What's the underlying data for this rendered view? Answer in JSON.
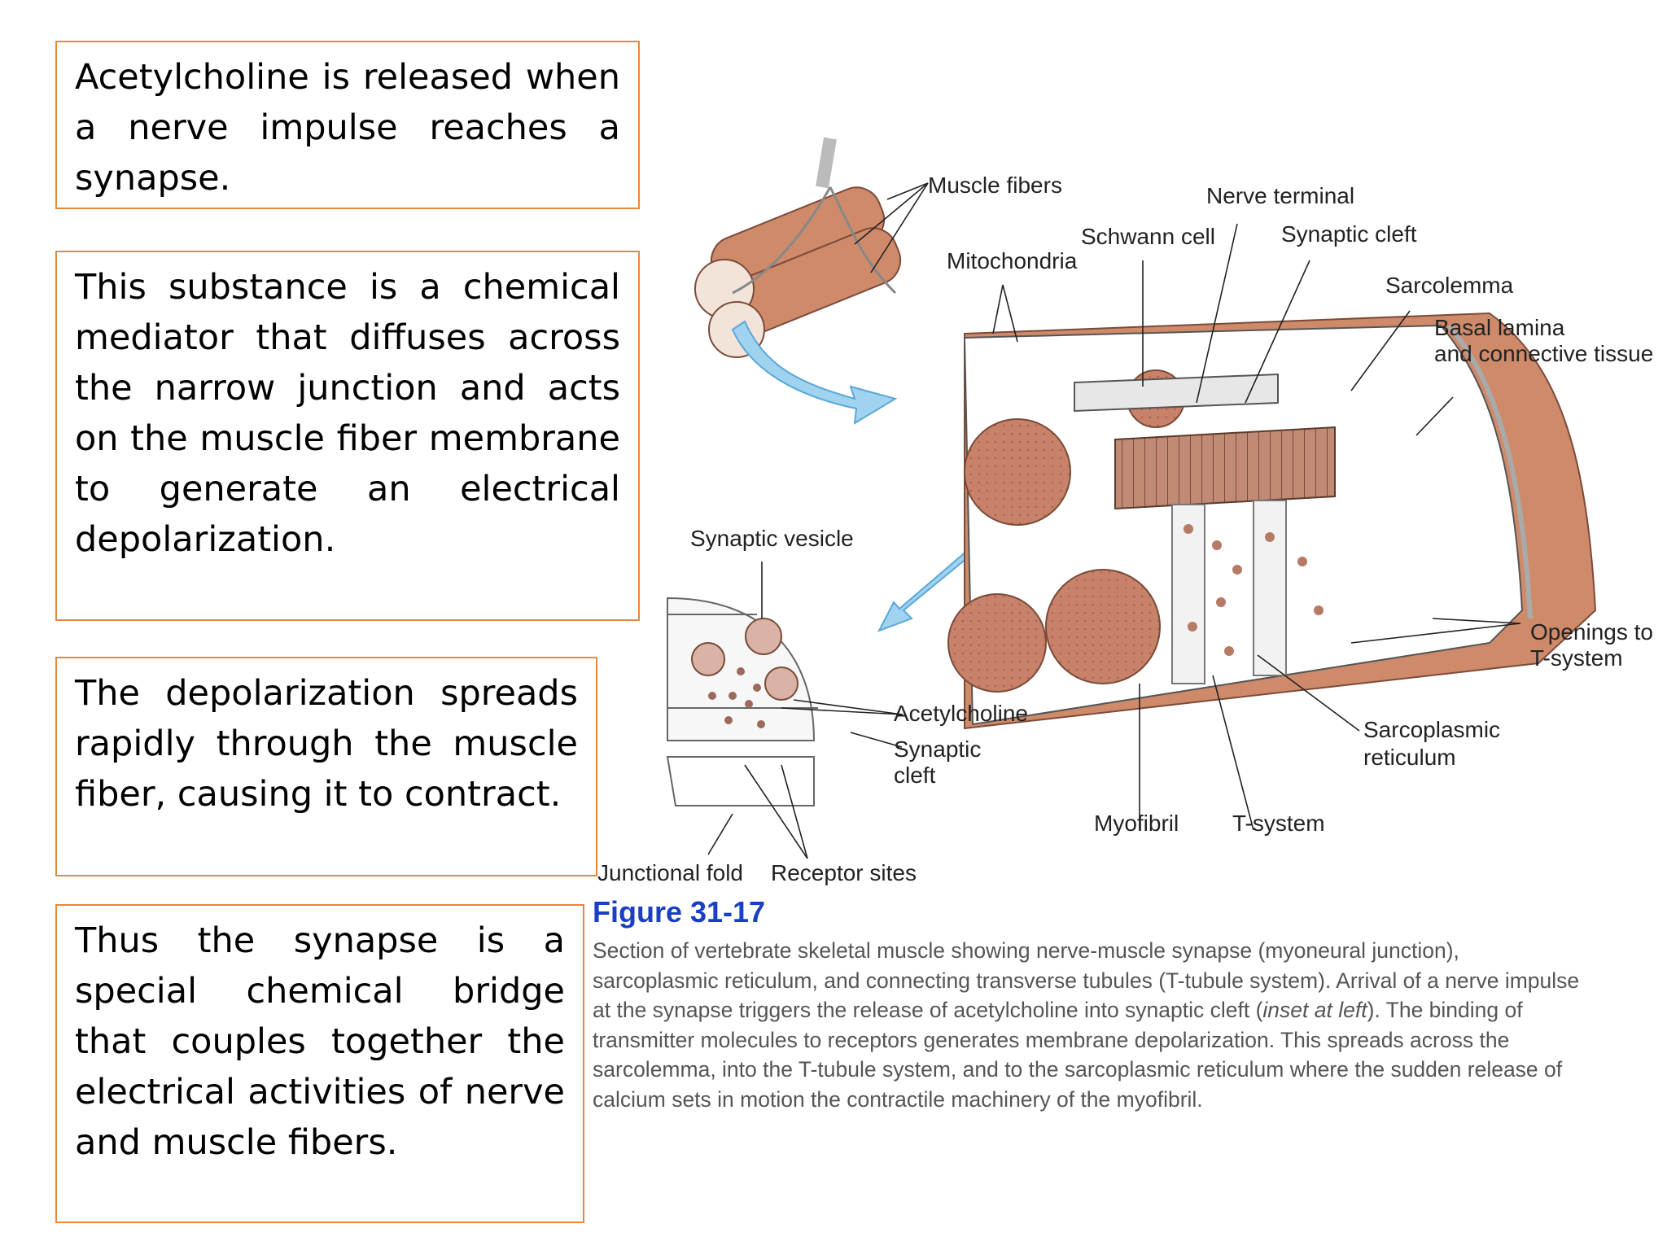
{
  "text_boxes": [
    "Acetylcholine is released when a nerve impulse reaches a synapse.",
    "This substance is a chemical mediator that diffuses across the narrow junction and acts on the muscle fiber membrane to generate an electrical depolarization.",
    "The depolarization spreads rapidly through the muscle fiber, causing it to contract.",
    "Thus the synapse is a special chemical bridge that couples together the electrical activities of nerve and muscle fibers."
  ],
  "figure": {
    "labels": {
      "muscle_fibers": "Muscle fibers",
      "nerve_terminal": "Nerve terminal",
      "schwann_cell": "Schwann cell",
      "synaptic_cleft": "Synaptic cleft",
      "mitochondria": "Mitochondria",
      "sarcolemma": "Sarcolemma",
      "basal_lamina_1": "Basal lamina",
      "basal_lamina_2": "and connective tissue",
      "synaptic_vesicle": "Synaptic vesicle",
      "openings_1": "Openings to",
      "openings_2": "T-system",
      "acetylcholine": "Acetylcholine",
      "inset_cleft_1": "Synaptic",
      "inset_cleft_2": "cleft",
      "sarcoplasmic_1": "Sarcoplasmic",
      "sarcoplasmic_2": "reticulum",
      "myofibril": "Myofibril",
      "t_system": "T-system",
      "junctional_fold": "Junctional fold",
      "receptor_sites": "Receptor sites"
    },
    "caption_title": "Figure 31-17",
    "caption_segments": [
      "Section of vertebrate skeletal muscle showing nerve-muscle synapse (myoneural junction), sarcoplasmic reticulum, and connecting transverse tubules (T-tubule system). Arrival of a nerve impulse at the synapse triggers the release of acetylcholine into synaptic cleft (",
      "inset at left",
      "). The binding of transmitter molecules to receptors generates membrane depolarization. This spreads across the sarcolemma, into the T-tubule system, and to the sarcoplasmic reticulum where the sudden release of calcium sets in motion the contractile machinery of the myofibril."
    ]
  }
}
